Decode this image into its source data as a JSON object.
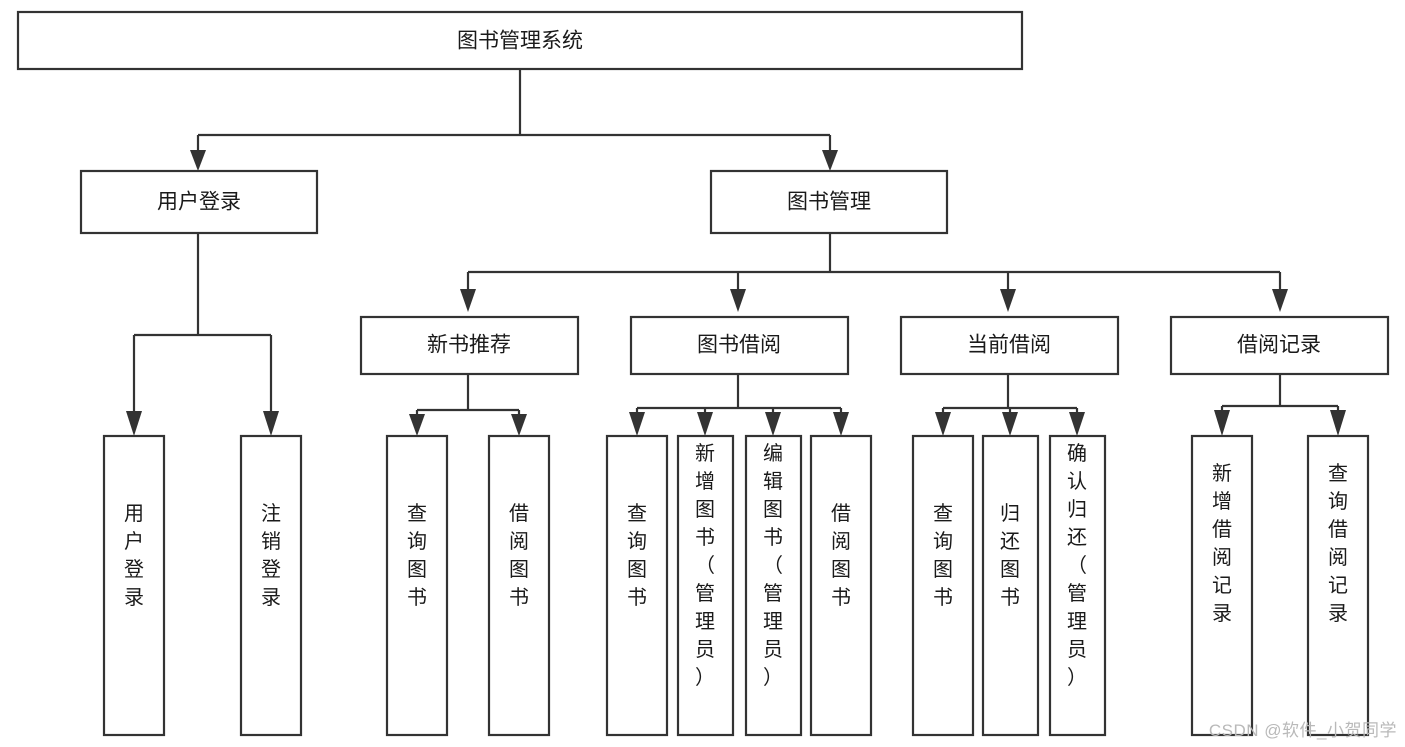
{
  "diagram": {
    "type": "tree-hierarchy-chart",
    "title": "图书管理系统",
    "colors": {
      "background": "#ffffff",
      "box_fill": "#ffffff",
      "box_stroke": "#333333",
      "text": "#1a1a1a",
      "watermark": "#b9b9b9"
    },
    "root": {
      "label": "图书管理系统"
    },
    "level2": [
      {
        "label": "用户登录"
      },
      {
        "label": "图书管理"
      }
    ],
    "level3": [
      {
        "label": "新书推荐"
      },
      {
        "label": "图书借阅"
      },
      {
        "label": "当前借阅"
      },
      {
        "label": "借阅记录"
      }
    ],
    "leaves": {
      "user_login": [
        {
          "label": "用户登录"
        },
        {
          "label": "注销登录"
        }
      ],
      "new_book_recommend": [
        {
          "label": "查询图书"
        },
        {
          "label": "借阅图书"
        }
      ],
      "book_borrow": [
        {
          "label": "查询图书"
        },
        {
          "label": "新增图书（管理员）"
        },
        {
          "label": "编辑图书（管理员）"
        },
        {
          "label": "借阅图书"
        }
      ],
      "current_borrow": [
        {
          "label": "查询图书"
        },
        {
          "label": "归还图书"
        },
        {
          "label": "确认归还（管理员）"
        }
      ],
      "borrow_record": [
        {
          "label": "新增借阅记录"
        },
        {
          "label": "查询借阅记录"
        }
      ]
    }
  },
  "watermark": {
    "text": "CSDN @软件_小贺同学"
  }
}
